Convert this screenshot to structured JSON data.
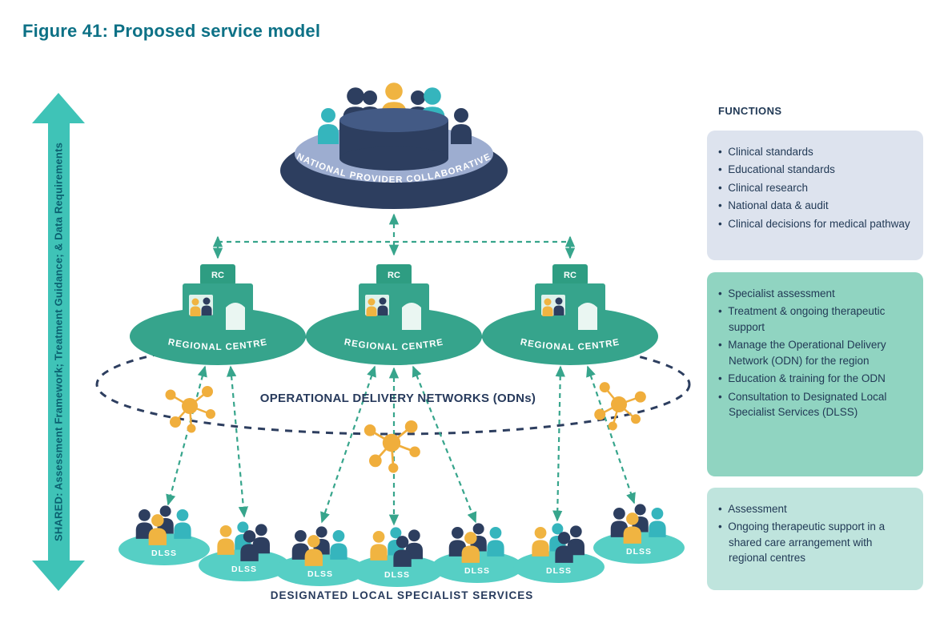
{
  "title": "Figure 41: Proposed service model",
  "shared_axis": {
    "label": "SHARED: Assessment Framework; Treatment Guidance; & Data Requirements"
  },
  "diagram": {
    "national": {
      "label": "NATIONAL PROVIDER COLLABORATIVE"
    },
    "regional_centres": {
      "platform_label": "REGIONAL CENTRE",
      "building_sign": "RC"
    },
    "odn": {
      "label": "OPERATIONAL DELIVERY NETWORKS (ODNs)"
    },
    "dlss": {
      "ellipse_label": "DLSS",
      "caption": "DESIGNATED LOCAL SPECIALIST SERVICES"
    }
  },
  "functions_panel": {
    "header": "FUNCTIONS",
    "national_functions": {
      "items": [
        "Clinical standards",
        "Educational standards",
        "Clinical research",
        "National data & audit",
        "Clinical decisions for medical pathway"
      ]
    },
    "regional_functions": {
      "items": [
        "Specialist assessment",
        "Treatment & ongoing therapeutic support",
        "Manage the Operational Delivery Network (ODN) for the region",
        "Education & training for the ODN",
        "Consultation to Designated Local Specialist Services (DLSS)"
      ]
    },
    "dlss_functions": {
      "items": [
        "Assessment",
        "Ongoing therapeutic support in a shared care arrangement with regional centres"
      ]
    }
  },
  "colors": {
    "teal_accent": "#3fc3b7",
    "navy": "#2d3e5f",
    "green": "#36a48c",
    "light_teal": "#56cfc5",
    "yellow": "#f0b441",
    "title_teal": "#0d7186",
    "box1_bg": "#dde3ee",
    "box2_bg": "#90d4c1",
    "box3_bg": "#bfe4dd"
  }
}
